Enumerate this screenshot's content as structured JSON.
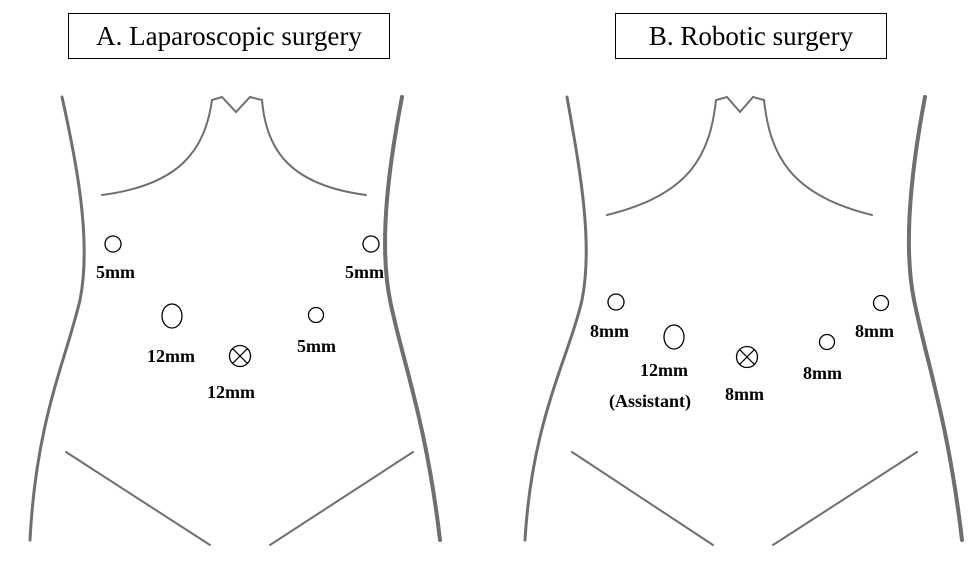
{
  "panels": [
    {
      "id": "a",
      "title": "A. Laparoscopic surgery",
      "ports": [
        {
          "id": "a-port-1",
          "label": "5mm",
          "camera": false
        },
        {
          "id": "a-port-2",
          "label": "5mm",
          "camera": false
        },
        {
          "id": "a-port-3",
          "label": "12mm",
          "camera": false
        },
        {
          "id": "a-port-4",
          "label": "5mm",
          "camera": false
        },
        {
          "id": "a-port-5",
          "label": "12mm",
          "camera": true
        }
      ]
    },
    {
      "id": "b",
      "title": "B. Robotic surgery",
      "ports": [
        {
          "id": "b-port-1",
          "label": "8mm",
          "camera": false
        },
        {
          "id": "b-port-2",
          "label": "8mm",
          "camera": false
        },
        {
          "id": "b-port-3",
          "label": "12mm",
          "label2": "(Assistant)",
          "camera": false
        },
        {
          "id": "b-port-4",
          "label": "8mm",
          "camera": true
        },
        {
          "id": "b-port-5",
          "label": "8mm",
          "camera": false
        }
      ]
    }
  ]
}
